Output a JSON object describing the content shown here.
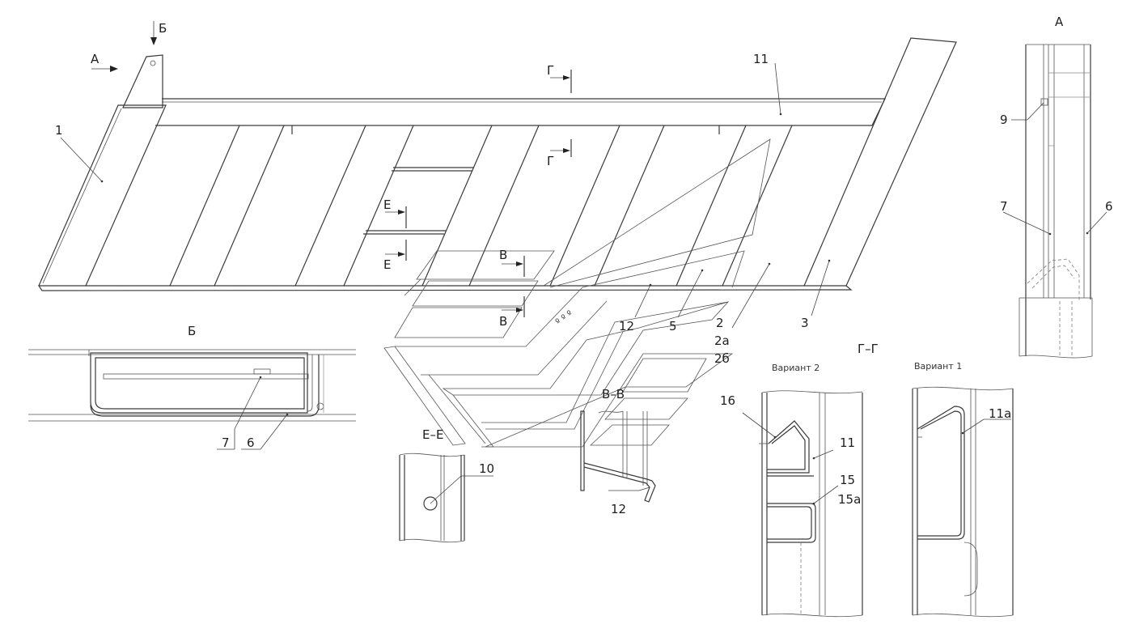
{
  "views": {
    "a_label": "А",
    "b_label": "Б",
    "section_gg": "Г–Г",
    "section_vv": "В–В",
    "section_ee": "Е–Е",
    "variant_2": "Вариант 2",
    "variant_1": "Вариант 1"
  },
  "markers": {
    "arrow_a": "А",
    "arrow_b": "Б",
    "cut_g_top": "Г",
    "cut_g_bottom": "Г",
    "cut_e_top": "Е",
    "cut_e_bottom": "Е",
    "cut_v_top": "В",
    "cut_v_bottom": "В"
  },
  "callouts": {
    "main_1": "1",
    "main_11": "11",
    "main_12": "12",
    "main_5": "5",
    "main_2": "2",
    "main_2a": "2а",
    "main_2b": "2б",
    "main_3": "3",
    "view_a_9": "9",
    "view_a_7": "7",
    "view_a_6": "6",
    "view_b_7": "7",
    "view_b_6": "6",
    "ee_10": "10",
    "vv_12": "12",
    "gg_16": "16",
    "gg_11": "11",
    "gg_15": "15",
    "gg_15a": "15а",
    "gg_11a": "11а"
  },
  "colors": {
    "line": "#3a3a3a",
    "background": "#ffffff"
  }
}
